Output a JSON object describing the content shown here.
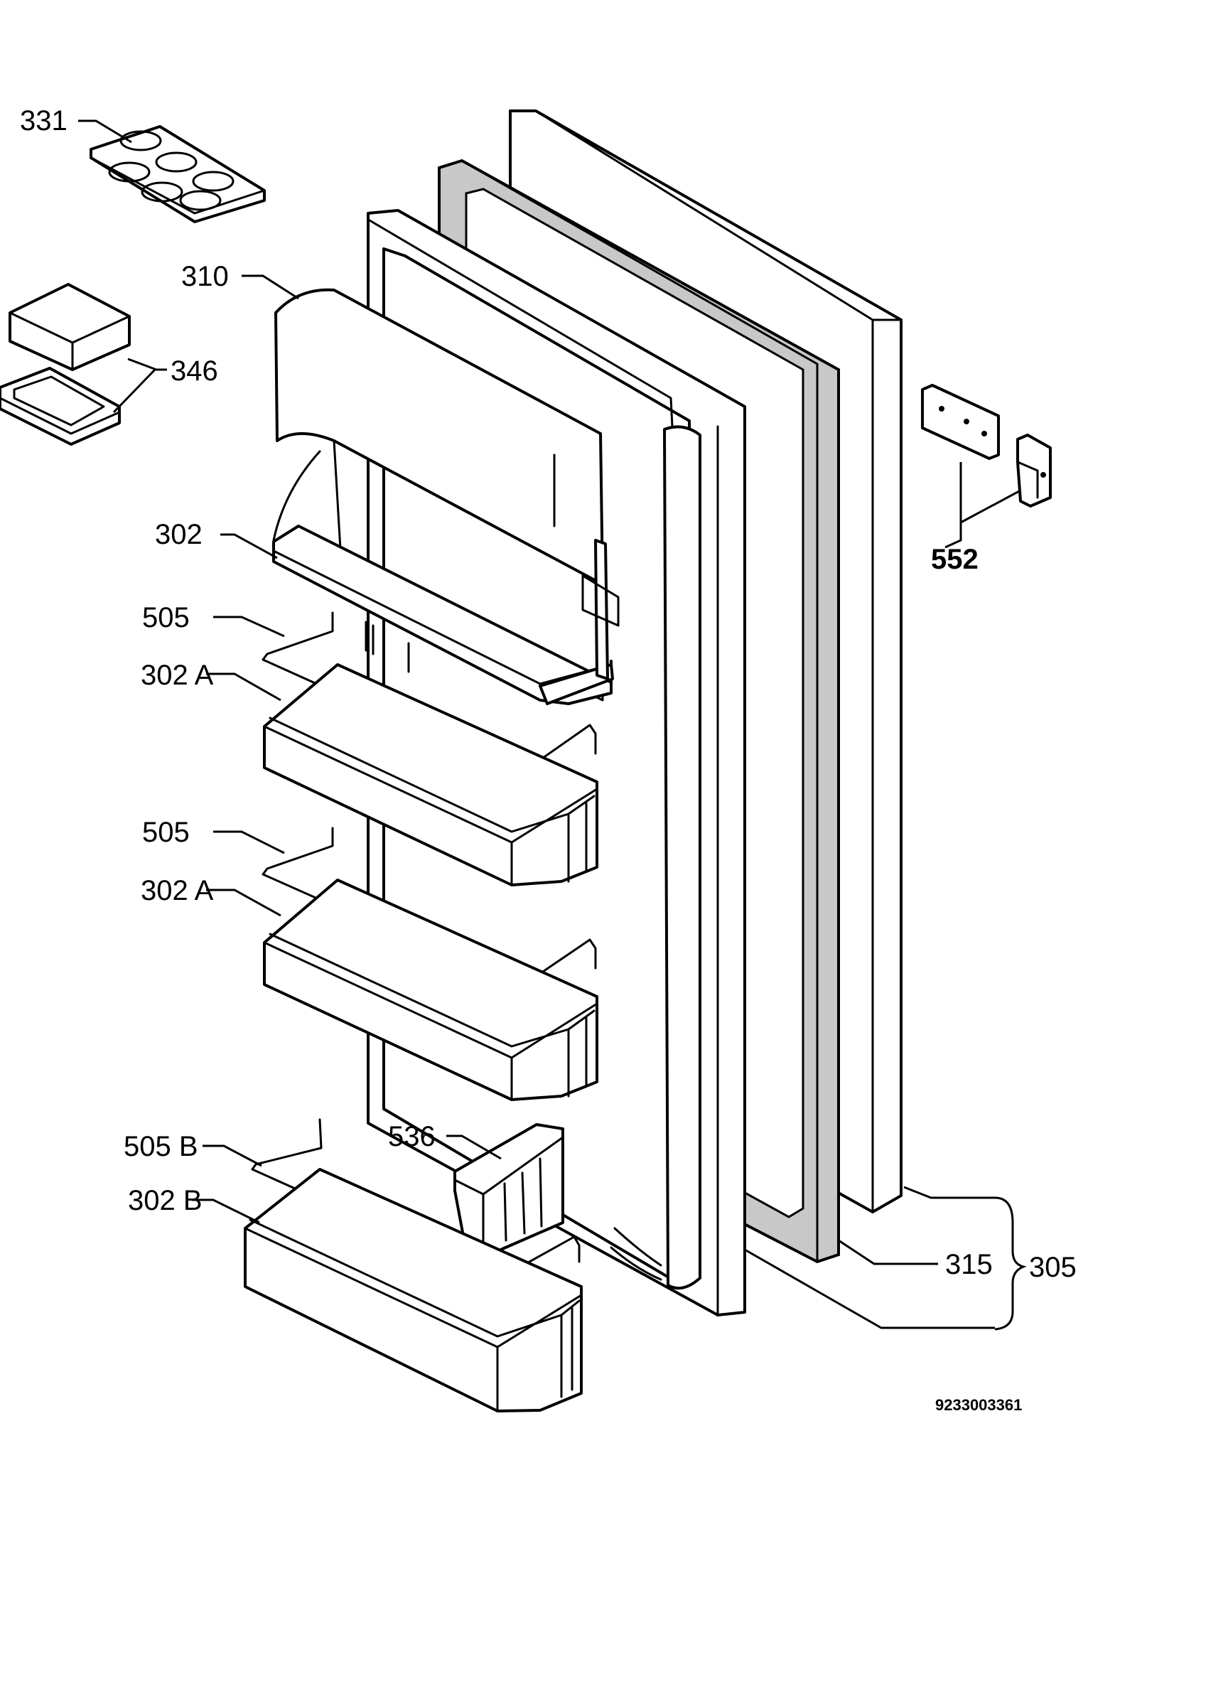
{
  "diagram": {
    "document_number": "9233003361",
    "parts": [
      {
        "id": "egg-tray",
        "label": "331"
      },
      {
        "id": "butter-dish",
        "label": "346"
      },
      {
        "id": "dairy-flap",
        "label": "310"
      },
      {
        "id": "top-shelf",
        "label": "302"
      },
      {
        "id": "bar-upper",
        "label": "505"
      },
      {
        "id": "shelf-upper",
        "label": "302 A"
      },
      {
        "id": "bar-middle",
        "label": "505"
      },
      {
        "id": "shelf-middle",
        "label": "302 A"
      },
      {
        "id": "bar-lower",
        "label": "505 B"
      },
      {
        "id": "shelf-lower",
        "label": "302 B"
      },
      {
        "id": "bottle-holder",
        "label": "536"
      },
      {
        "id": "hinge",
        "label": "552"
      },
      {
        "id": "gasket",
        "label": "315"
      },
      {
        "id": "door-assembly",
        "label": "305"
      }
    ]
  }
}
